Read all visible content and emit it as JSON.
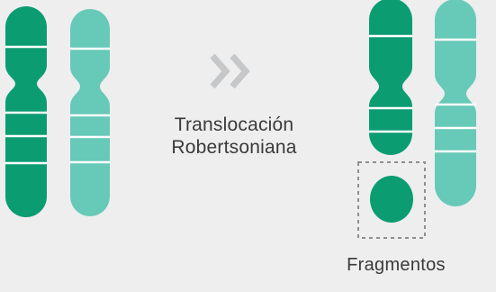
{
  "colors": {
    "background": "#eeeeef",
    "chromosome_dark": "#0c9c72",
    "chromosome_light": "#67c9b8",
    "band": "#ffffff",
    "arrow": "#c6c7c9",
    "dashed_box": "#8f8f8f",
    "text": "#3a3a3a"
  },
  "process": {
    "line1": "Translocación",
    "line2": "Robertsoniana",
    "arrow_icon": "double-chevron-right-icon"
  },
  "fragments": {
    "label": "Fragmentos"
  }
}
